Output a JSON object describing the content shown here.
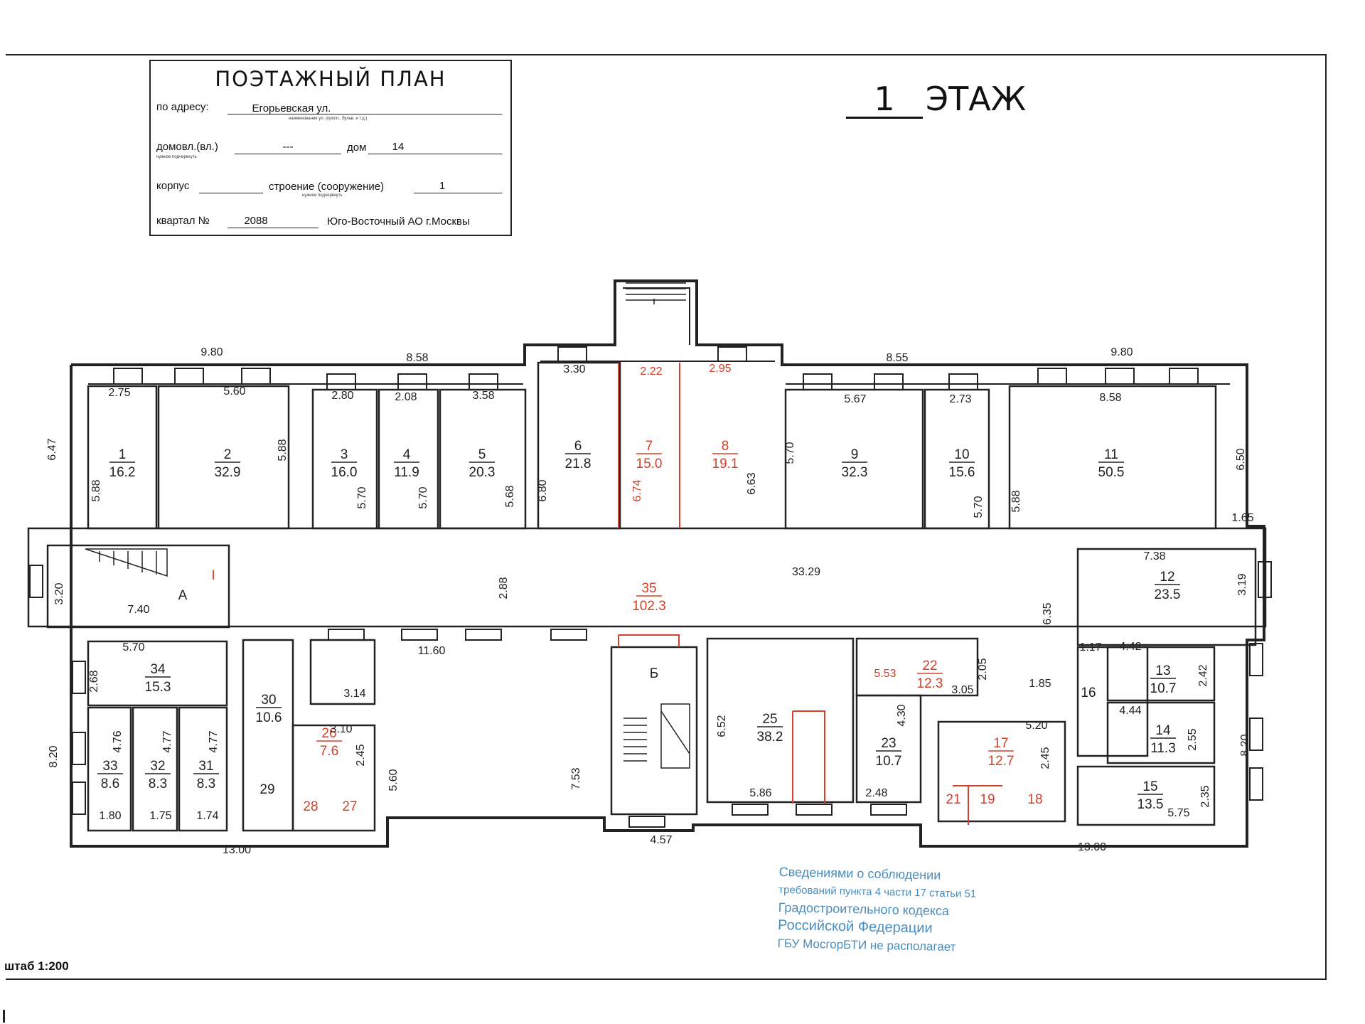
{
  "title_block": {
    "title": "ПОЭТАЖНЫЙ ПЛАН",
    "address_label": "по адресу:",
    "address_value": "Егорьевская ул.",
    "address_hint": "наименование ул. (просп., бульв. и т.д.)",
    "domovl_label": "домовл.(вл.)",
    "domovl_hint": "нужное подчеркнуть",
    "domovl_value": "---",
    "dom_label": "дом",
    "dom_value": "14",
    "korpus_label": "корпус",
    "stroenie_label": "строение (сооружение)",
    "stroenie_hint": "нужное подчеркнуть",
    "stroenie_value": "1",
    "kvartal_label": "квартал №",
    "kvartal_value": "2088",
    "district": "Юго-Восточный АО г.Москвы"
  },
  "floor": {
    "number": "1",
    "label": "ЭТАЖ"
  },
  "scale": "штаб 1:200",
  "stamp_lines": [
    "Сведениями о соблюдении",
    "требований пункта 4 части 17 статьи 51",
    "Градостроительного кодекса",
    "Российской Федерации",
    "ГБУ МосгорБТИ не располагает"
  ],
  "colors": {
    "ink": "#222222",
    "highlight": "#d4402a",
    "stamp": "#4a8ec0"
  },
  "rooms": [
    {
      "num": "1",
      "area": "16.2",
      "hl": false
    },
    {
      "num": "2",
      "area": "32.9",
      "hl": false
    },
    {
      "num": "3",
      "area": "16.0",
      "hl": false
    },
    {
      "num": "4",
      "area": "11.9",
      "hl": false
    },
    {
      "num": "5",
      "area": "20.3",
      "hl": false
    },
    {
      "num": "6",
      "area": "21.8",
      "hl": false
    },
    {
      "num": "7",
      "area": "15.0",
      "hl": true
    },
    {
      "num": "8",
      "area": "19.1",
      "hl": true
    },
    {
      "num": "9",
      "area": "32.3",
      "hl": false
    },
    {
      "num": "10",
      "area": "15.6",
      "hl": false
    },
    {
      "num": "11",
      "area": "50.5",
      "hl": false
    },
    {
      "num": "12",
      "area": "23.5",
      "hl": false
    },
    {
      "num": "13",
      "area": "10.7",
      "hl": false
    },
    {
      "num": "14",
      "area": "11.3",
      "hl": false
    },
    {
      "num": "15",
      "area": "13.5",
      "hl": false
    },
    {
      "num": "17",
      "area": "12.7",
      "hl": true
    },
    {
      "num": "22",
      "area": "12.3",
      "hl": true
    },
    {
      "num": "23",
      "area": "10.7",
      "hl": false
    },
    {
      "num": "25",
      "area": "38.2",
      "hl": false
    },
    {
      "num": "26",
      "area": "7.6",
      "hl": true
    },
    {
      "num": "30",
      "area": "10.6",
      "hl": false
    },
    {
      "num": "31",
      "area": "8.3",
      "hl": false
    },
    {
      "num": "32",
      "area": "8.3",
      "hl": false
    },
    {
      "num": "33",
      "area": "8.6",
      "hl": false
    },
    {
      "num": "34",
      "area": "15.3",
      "hl": false
    },
    {
      "num": "35",
      "area": "102.3",
      "hl": true
    }
  ],
  "unnumbered_rooms": [
    {
      "label": "16",
      "hl": false
    },
    {
      "label": "18",
      "hl": true
    },
    {
      "label": "19",
      "hl": true
    },
    {
      "label": "21",
      "hl": true
    },
    {
      "label": "27",
      "hl": true
    },
    {
      "label": "28",
      "hl": true
    },
    {
      "label": "29",
      "hl": false
    },
    {
      "label": "А",
      "hl": false
    },
    {
      "label": "Б",
      "hl": false
    },
    {
      "label": "I",
      "hl": true
    }
  ],
  "dimensions": [
    {
      "v": "9.80",
      "hl": false
    },
    {
      "v": "8.58",
      "hl": false
    },
    {
      "v": "8.55",
      "hl": false
    },
    {
      "v": "9.80",
      "hl": false
    },
    {
      "v": "2.75",
      "hl": false
    },
    {
      "v": "5.60",
      "hl": false
    },
    {
      "v": "2.80",
      "hl": false
    },
    {
      "v": "2.08",
      "hl": false
    },
    {
      "v": "3.58",
      "hl": false
    },
    {
      "v": "3.30",
      "hl": false
    },
    {
      "v": "2.22",
      "hl": true
    },
    {
      "v": "2.95",
      "hl": true
    },
    {
      "v": "5.67",
      "hl": false
    },
    {
      "v": "2.73",
      "hl": false
    },
    {
      "v": "8.58",
      "hl": false
    },
    {
      "v": "6.47",
      "hl": false
    },
    {
      "v": "5.88",
      "hl": false
    },
    {
      "v": "5.88",
      "hl": false
    },
    {
      "v": "5.70",
      "hl": false
    },
    {
      "v": "5.70",
      "hl": false
    },
    {
      "v": "5.68",
      "hl": false
    },
    {
      "v": "6.80",
      "hl": false
    },
    {
      "v": "6.74",
      "hl": true
    },
    {
      "v": "6.63",
      "hl": false
    },
    {
      "v": "5.70",
      "hl": false
    },
    {
      "v": "5.70",
      "hl": false
    },
    {
      "v": "5.88",
      "hl": false
    },
    {
      "v": "6.50",
      "hl": false
    },
    {
      "v": "1.65",
      "hl": false
    },
    {
      "v": "3.20",
      "hl": false
    },
    {
      "v": "7.40",
      "hl": false
    },
    {
      "v": "2.88",
      "hl": false
    },
    {
      "v": "33.29",
      "hl": false
    },
    {
      "v": "7.38",
      "hl": false
    },
    {
      "v": "3.19",
      "hl": false
    },
    {
      "v": "6.35",
      "hl": false
    },
    {
      "v": "11.60",
      "hl": false
    },
    {
      "v": "5.70",
      "hl": false
    },
    {
      "v": "2.68",
      "hl": false
    },
    {
      "v": "3.14",
      "hl": false
    },
    {
      "v": "3.10",
      "hl": false
    },
    {
      "v": "2.45",
      "hl": false
    },
    {
      "v": "5.60",
      "hl": false
    },
    {
      "v": "4.76",
      "hl": false
    },
    {
      "v": "4.77",
      "hl": false
    },
    {
      "v": "4.77",
      "hl": false
    },
    {
      "v": "1.80",
      "hl": false
    },
    {
      "v": "1.75",
      "hl": false
    },
    {
      "v": "1.74",
      "hl": false
    },
    {
      "v": "8.20",
      "hl": false
    },
    {
      "v": "13.00",
      "hl": false
    },
    {
      "v": "7.53",
      "hl": false
    },
    {
      "v": "4.57",
      "hl": false
    },
    {
      "v": "6.52",
      "hl": false
    },
    {
      "v": "5.86",
      "hl": false
    },
    {
      "v": "5.53",
      "hl": true
    },
    {
      "v": "2.05",
      "hl": false
    },
    {
      "v": "3.05",
      "hl": false
    },
    {
      "v": "4.30",
      "hl": false
    },
    {
      "v": "2.48",
      "hl": false
    },
    {
      "v": "1.85",
      "hl": false
    },
    {
      "v": "5.20",
      "hl": false
    },
    {
      "v": "2.45",
      "hl": false
    },
    {
      "v": "1.17",
      "hl": false
    },
    {
      "v": "4.42",
      "hl": false
    },
    {
      "v": "2.42",
      "hl": false
    },
    {
      "v": "4.44",
      "hl": false
    },
    {
      "v": "2.55",
      "hl": false
    },
    {
      "v": "5.75",
      "hl": false
    },
    {
      "v": "2.35",
      "hl": false
    },
    {
      "v": "8.20",
      "hl": false
    },
    {
      "v": "13.00",
      "hl": false
    }
  ]
}
